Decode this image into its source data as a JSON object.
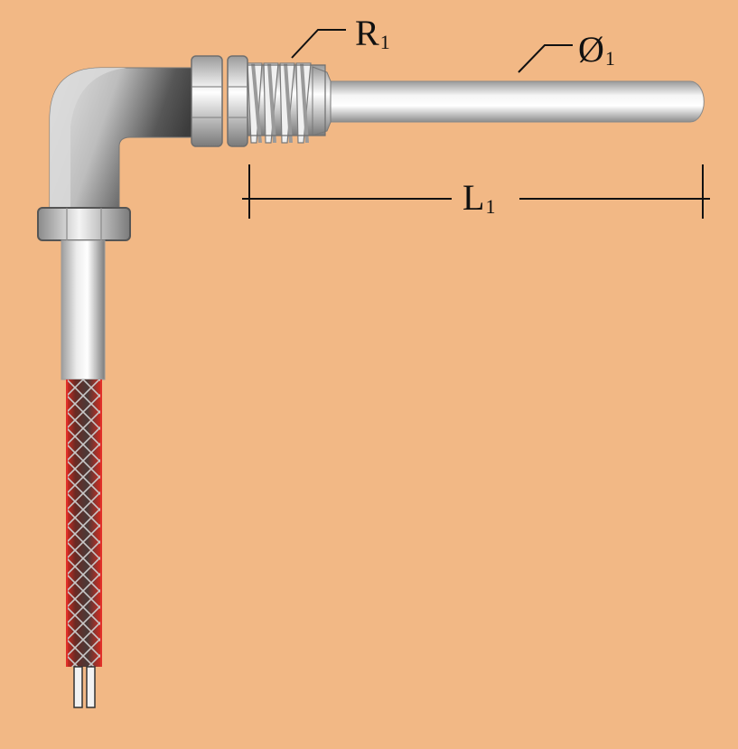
{
  "diagram": {
    "background_color": "#F2B885",
    "labels": {
      "thread": {
        "main": "R",
        "sub": "1"
      },
      "diameter": {
        "main": "Ø",
        "sub": "1"
      },
      "length": {
        "main": "L",
        "sub": "1"
      }
    },
    "colors": {
      "metal_light": "#f2f2f2",
      "metal_mid": "#b8b8b8",
      "metal_dark": "#4a4a4a",
      "braid_red": "#cc2a22",
      "braid_mesh": "#c8c8c8",
      "line": "#111111"
    }
  }
}
